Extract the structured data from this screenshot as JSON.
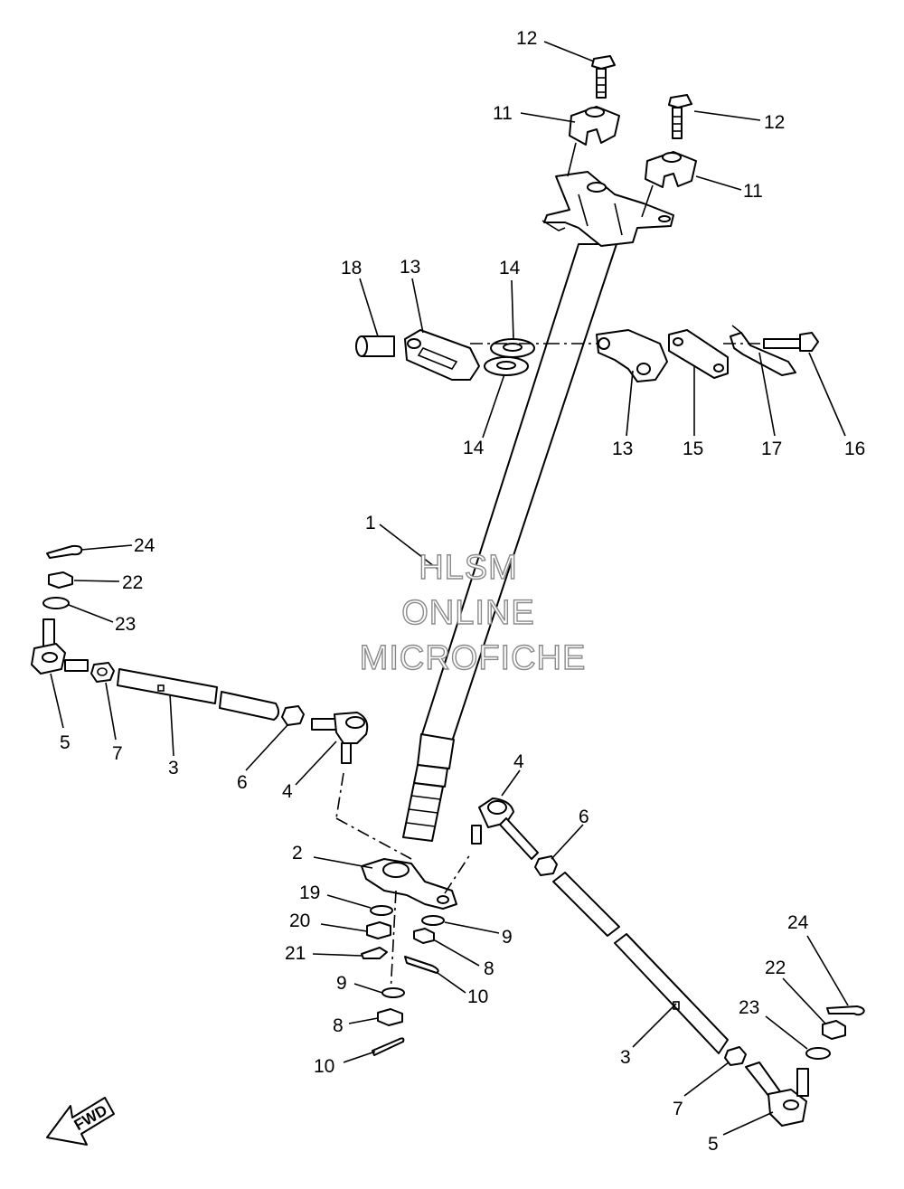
{
  "watermark": {
    "line1": "HLSM",
    "line2": "ONLINE",
    "line3": "MICROFICHE"
  },
  "direction_arrow": {
    "text": "FWD"
  },
  "callouts": [
    {
      "id": "c12a",
      "text": "12"
    },
    {
      "id": "c11a",
      "text": "11"
    },
    {
      "id": "c12b",
      "text": "12"
    },
    {
      "id": "c11b",
      "text": "11"
    },
    {
      "id": "c18",
      "text": "18"
    },
    {
      "id": "c13a",
      "text": "13"
    },
    {
      "id": "c14a",
      "text": "14"
    },
    {
      "id": "c14b",
      "text": "14"
    },
    {
      "id": "c13b",
      "text": "13"
    },
    {
      "id": "c15",
      "text": "15"
    },
    {
      "id": "c17",
      "text": "17"
    },
    {
      "id": "c16",
      "text": "16"
    },
    {
      "id": "c1",
      "text": "1"
    },
    {
      "id": "c24a",
      "text": "24"
    },
    {
      "id": "c22a",
      "text": "22"
    },
    {
      "id": "c23a",
      "text": "23"
    },
    {
      "id": "c5a",
      "text": "5"
    },
    {
      "id": "c7a",
      "text": "7"
    },
    {
      "id": "c3a",
      "text": "3"
    },
    {
      "id": "c6a",
      "text": "6"
    },
    {
      "id": "c4a",
      "text": "4"
    },
    {
      "id": "c4b",
      "text": "4"
    },
    {
      "id": "c6b",
      "text": "6"
    },
    {
      "id": "c2",
      "text": "2"
    },
    {
      "id": "c19",
      "text": "19"
    },
    {
      "id": "c20",
      "text": "20"
    },
    {
      "id": "c21",
      "text": "21"
    },
    {
      "id": "c9a",
      "text": "9"
    },
    {
      "id": "c8a",
      "text": "8"
    },
    {
      "id": "c10a",
      "text": "10"
    },
    {
      "id": "c9b",
      "text": "9"
    },
    {
      "id": "c8b",
      "text": "8"
    },
    {
      "id": "c10b",
      "text": "10"
    },
    {
      "id": "c24b",
      "text": "24"
    },
    {
      "id": "c22b",
      "text": "22"
    },
    {
      "id": "c23b",
      "text": "23"
    },
    {
      "id": "c3b",
      "text": "3"
    },
    {
      "id": "c7b",
      "text": "7"
    },
    {
      "id": "c5b",
      "text": "5"
    }
  ]
}
